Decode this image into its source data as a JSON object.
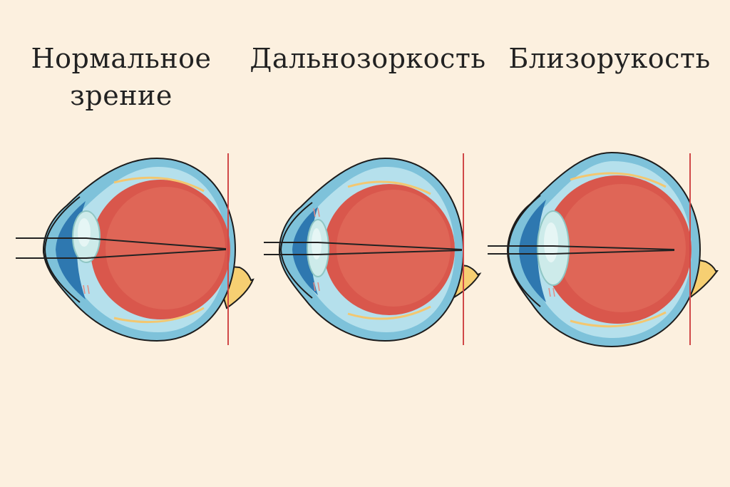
{
  "titles": {
    "normal": "Нормальное зрение",
    "hyperopia": "Дальнозоркость",
    "myopia": "Близорукость"
  },
  "colors": {
    "background": "#FCF0DF",
    "sclera_outer": "#7EC2DA",
    "sclera_inner": "#B5E0EC",
    "eyeball": "#D9574C",
    "eyeball_inner": "#E2705F",
    "retina_line": "#F3C770",
    "iris": "#2E78B0",
    "lens": "#CDEBEA",
    "optic_nerve": "#F6CF72",
    "focal_line": "#D04848",
    "ray": "#222222"
  }
}
